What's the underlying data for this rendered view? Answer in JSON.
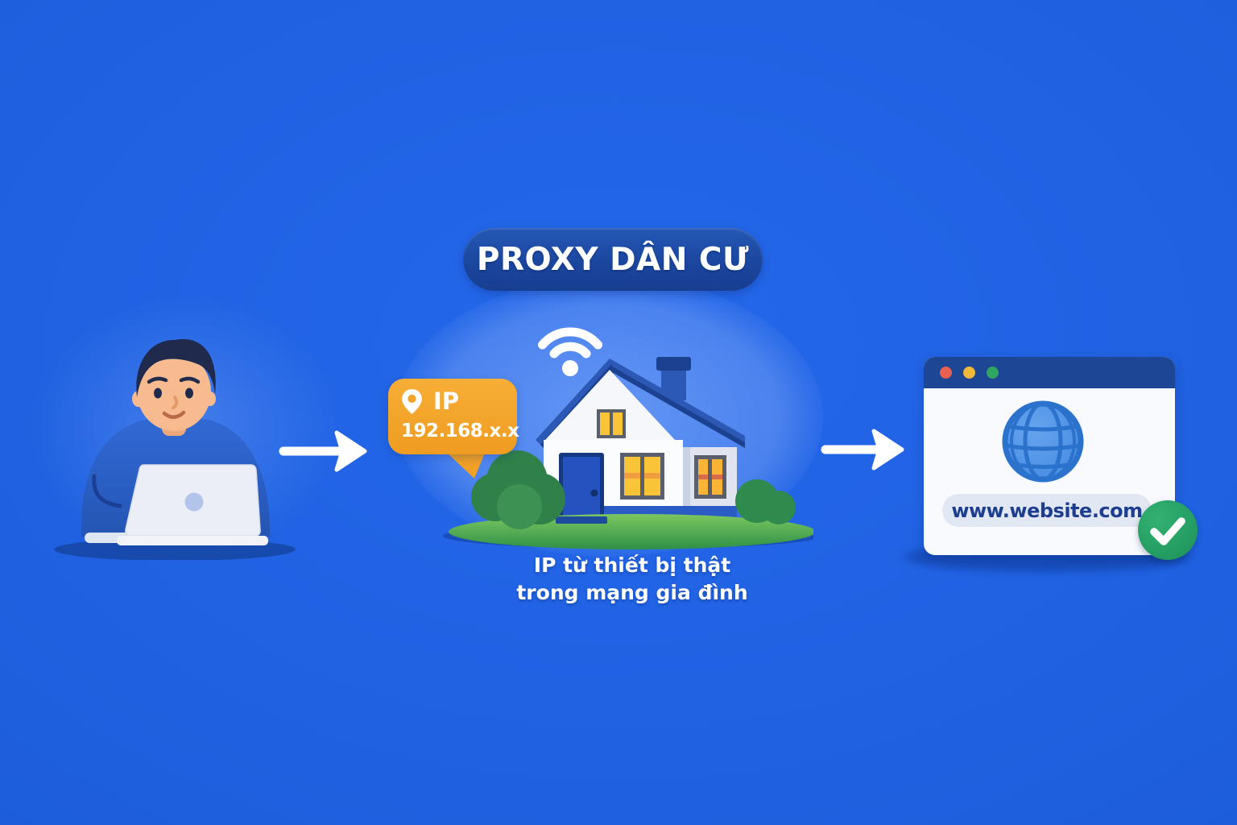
{
  "background_color": "#1e5ede",
  "title_badge": {
    "label": "PROXY DÂN CƯ",
    "bg_color": "#1c49a2",
    "text_color": "#ffffff"
  },
  "ip_badge": {
    "label": "IP",
    "value": "192.168.x.x",
    "bg_color": "#f5a72c",
    "icon": "location-pin-icon"
  },
  "wifi": {
    "icon": "wifi-icon",
    "color": "#ffffff"
  },
  "house": {
    "roof_color": "#2c59b6",
    "wall_color": "#fbfcfe",
    "wing_color": "#dfe4ef",
    "door_color": "#2453c0",
    "window_color": "#f9c437",
    "ground_color": "#3f9d51",
    "bush_color": "#2f8049"
  },
  "caption": {
    "line1": "IP từ thiết bị thật",
    "line2": "trong mạng gia đình",
    "color": "#ffffff"
  },
  "person": {
    "sweater_color": "#2a60c8",
    "hair_color": "#1f2a4d",
    "skin_color": "#f7bb8f",
    "laptop_color": "#ebeef6"
  },
  "arrows": {
    "color": "#ffffff"
  },
  "browser": {
    "titlebar_color": "#1d4795",
    "traffic_lights": [
      {
        "name": "close",
        "color": "#e8604f"
      },
      {
        "name": "minimize",
        "color": "#f2b83a"
      },
      {
        "name": "zoom",
        "color": "#2fa763"
      }
    ],
    "globe": {
      "icon": "globe-icon",
      "color": "#4b90e4"
    },
    "url": "www.website.com",
    "status": {
      "icon": "check-circle-icon",
      "color": "#27a265"
    }
  }
}
